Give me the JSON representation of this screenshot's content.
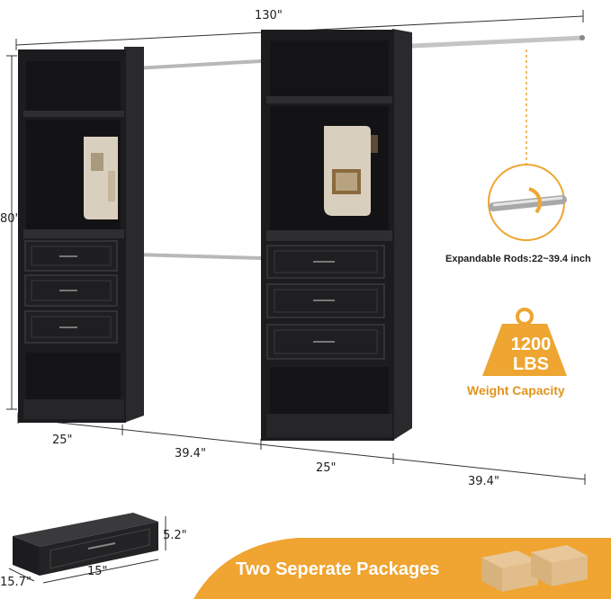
{
  "dimensions": {
    "total_width": "130\"",
    "height": "80\"",
    "unit1_width": "25\"",
    "rod1_width": "39.4\"",
    "unit2_width": "25\"",
    "rod2_width": "39.4\"",
    "drawer_height": "5.2\"",
    "drawer_width": "15\"",
    "drawer_depth": "15.7\""
  },
  "callouts": {
    "expandable_rods": "Expandable Rods:22~39.4 inch",
    "weight_value": "1200",
    "weight_unit": "LBS",
    "weight_caption": "Weight Capacity"
  },
  "banner": {
    "text": "Two Seperate Packages"
  },
  "colors": {
    "cabinet": "#1c1c1e",
    "accent_orange": "#eea531",
    "banner_orange": "#f0a431",
    "rod": "#c9c9c9"
  }
}
